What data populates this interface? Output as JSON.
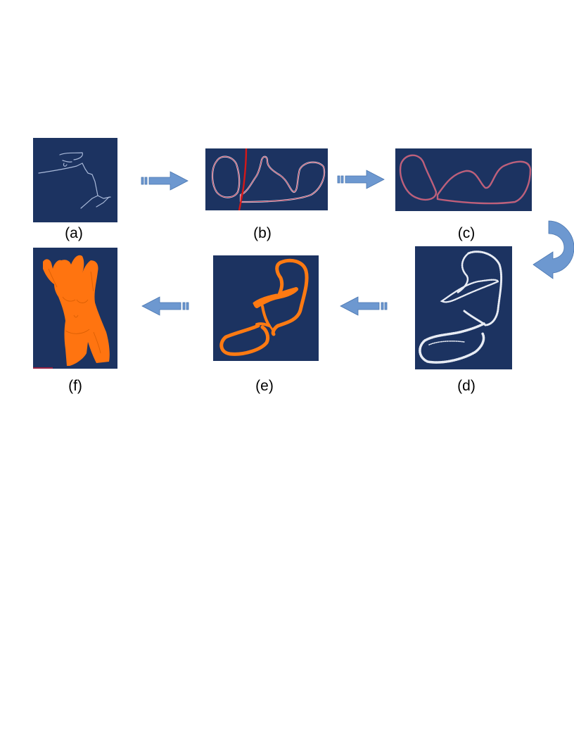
{
  "panels": {
    "a": {
      "caption": "(a)"
    },
    "b": {
      "caption": "(b)"
    },
    "c": {
      "caption": "(c)"
    },
    "d": {
      "caption": "(d)"
    },
    "e": {
      "caption": "(e)"
    },
    "f": {
      "caption": "(f)"
    }
  },
  "colors": {
    "panel_bg": "#1c3361",
    "arrow_fill": "#6d98d0",
    "arrow_stroke": "#4a76b0",
    "curve_light": "#c8d2e6",
    "curve_red": "#c0203a",
    "mesh_orange": "#ff7a12"
  }
}
